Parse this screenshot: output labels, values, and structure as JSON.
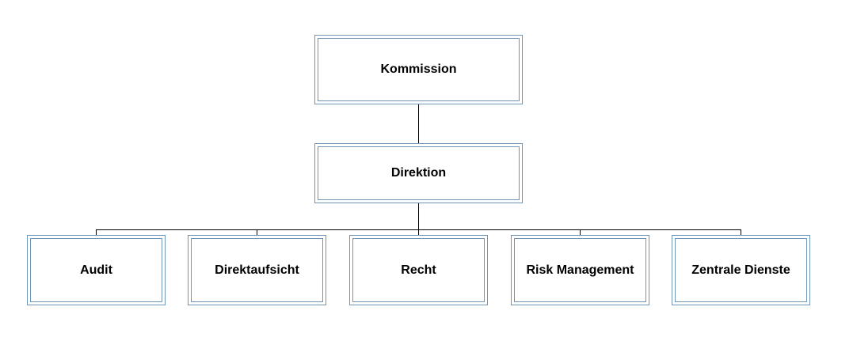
{
  "org_chart": {
    "top": {
      "label": "Kommission"
    },
    "middle": {
      "label": "Direktion"
    },
    "departments": [
      {
        "label": "Audit"
      },
      {
        "label": "Direktaufsicht"
      },
      {
        "label": "Recht"
      },
      {
        "label": "Risk Management"
      },
      {
        "label": "Zentrale Dienste"
      }
    ]
  },
  "colors": {
    "box_border": "#6f96b8",
    "connector": "#000000",
    "background": "#ffffff",
    "text": "#000000"
  }
}
